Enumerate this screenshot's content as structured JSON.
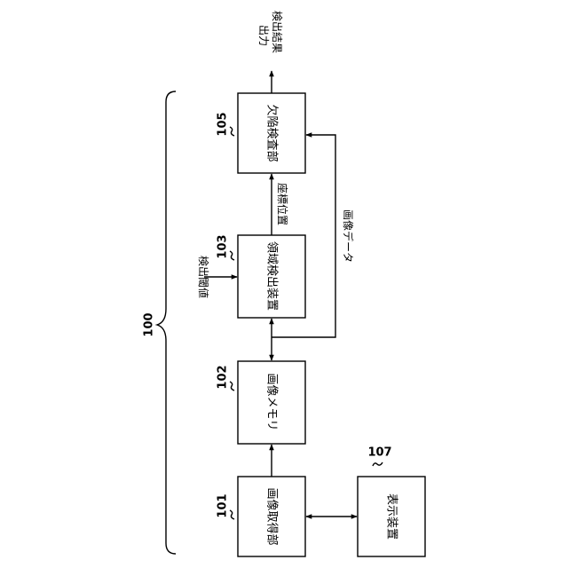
{
  "blocks": {
    "b101": {
      "ref": "101",
      "label": "画像取得部"
    },
    "b102": {
      "ref": "102",
      "label": "画像メモリ"
    },
    "b103": {
      "ref": "103",
      "label": "領域検出装置"
    },
    "b105": {
      "ref": "105",
      "label": "欠陥検査部"
    },
    "b107": {
      "ref": "107",
      "label": "表示装置"
    }
  },
  "system_ref": "100",
  "labels": {
    "threshold": "検出閾値",
    "coordinates": "座標位置",
    "image_data": "画像データ",
    "output_line1": "検出結果",
    "output_line2": "出力"
  }
}
